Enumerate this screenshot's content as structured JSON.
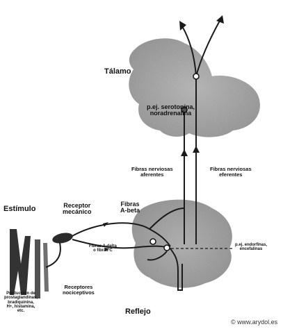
{
  "labels": {
    "talamo": "Tálamo",
    "serotonina": [
      "p.ej. serotonina,",
      "noradrenalina"
    ],
    "fibras_aferentes": [
      "Fibras nerviosas",
      "aferentes"
    ],
    "fibras_eferentes": [
      "Fibras nerviosas",
      "eferentes"
    ],
    "estimulo": "Estímulo",
    "receptor_mecanico": [
      "Receptor",
      "mecánico"
    ],
    "fibras_abeta": [
      "Fibras",
      "A-beta"
    ],
    "fibras_adelta": [
      "Fibras A-delta",
      "o fibras C"
    ],
    "endorfinas": [
      "p.ej. endorfinas,",
      "encefalinas"
    ],
    "produccion": [
      "Producción de",
      "prostaglandinas,",
      "bradiquinina,",
      "H+, histamina,",
      "etc."
    ],
    "receptores_nociceptivos": [
      "Receptores",
      "nociceptivos"
    ],
    "reflejo": "Reflejo",
    "watermark": "© www.arydol.es"
  },
  "colors": {
    "ink": "#1a1a1a",
    "brain_shade": "#8e8e8e",
    "cord_shade": "#7a7a7a",
    "skin": "#333333"
  }
}
